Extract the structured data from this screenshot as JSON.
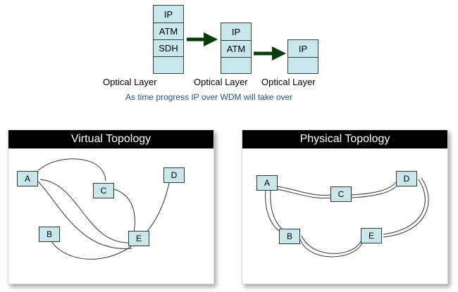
{
  "stacks": [
    {
      "layers": [
        "IP",
        "ATM",
        "SDH",
        ""
      ],
      "optical_label": "Optical Layer"
    },
    {
      "layers": [
        "IP",
        "ATM",
        ""
      ],
      "optical_label": "Optical Layer"
    },
    {
      "layers": [
        "IP",
        ""
      ],
      "optical_label": "Optical Layer"
    }
  ],
  "caption": "As time progress IP over WDM will take over",
  "virtual_topology": {
    "title": "Virtual Topology",
    "nodes": {
      "A": "A",
      "B": "B",
      "C": "C",
      "D": "D",
      "E": "E"
    }
  },
  "physical_topology": {
    "title": "Physical Topology",
    "nodes": {
      "A": "A",
      "B": "B",
      "C": "C",
      "D": "D",
      "E": "E"
    }
  },
  "colors": {
    "stack_fill": "#c9e6ea",
    "arrow": "#0b3d0b",
    "caption": "#1f4f8f"
  }
}
